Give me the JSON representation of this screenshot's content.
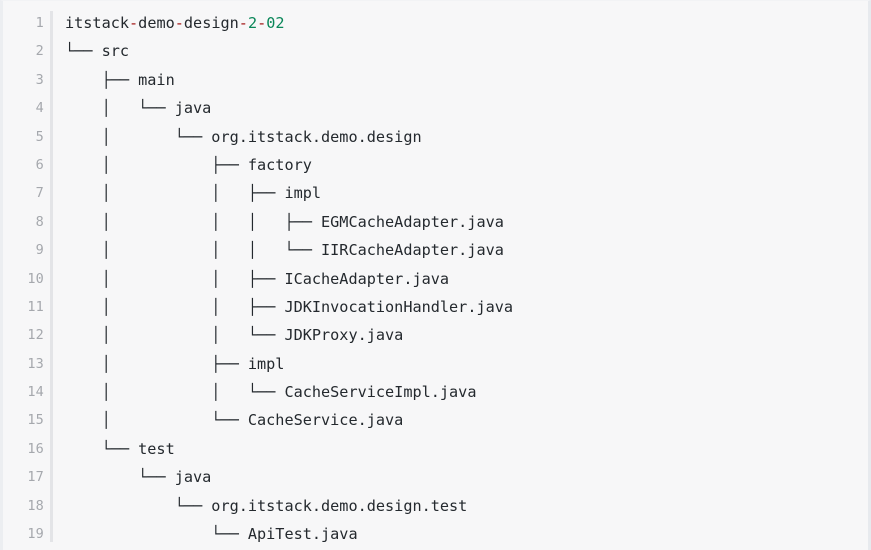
{
  "code_block": {
    "language": "text",
    "background_color": "#f7f7f8",
    "text_color": "#24292e",
    "gutter_color": "#a5a8ad",
    "accent_punct_color": "#a31515",
    "accent_number_color": "#098658",
    "line_count": 19,
    "line_numbers": [
      "1",
      "2",
      "3",
      "4",
      "5",
      "6",
      "7",
      "8",
      "9",
      "10",
      "11",
      "12",
      "13",
      "14",
      "15",
      "16",
      "17",
      "18",
      "19"
    ],
    "lines": [
      {
        "n": "1",
        "segments": [
          {
            "t": "plain",
            "v": "itstack"
          },
          {
            "t": "punct",
            "v": "-"
          },
          {
            "t": "plain",
            "v": "demo"
          },
          {
            "t": "punct",
            "v": "-"
          },
          {
            "t": "plain",
            "v": "design"
          },
          {
            "t": "punct",
            "v": "-"
          },
          {
            "t": "num",
            "v": "2"
          },
          {
            "t": "punct",
            "v": "-"
          },
          {
            "t": "num",
            "v": "02"
          }
        ]
      },
      {
        "n": "2",
        "segments": [
          {
            "t": "plain",
            "v": "└── src"
          }
        ]
      },
      {
        "n": "3",
        "segments": [
          {
            "t": "plain",
            "v": "    ├── main"
          }
        ]
      },
      {
        "n": "4",
        "segments": [
          {
            "t": "plain",
            "v": "    │   └── java"
          }
        ]
      },
      {
        "n": "5",
        "segments": [
          {
            "t": "plain",
            "v": "    │       └── org.itstack.demo.design"
          }
        ]
      },
      {
        "n": "6",
        "segments": [
          {
            "t": "plain",
            "v": "    │           ├── factory"
          }
        ]
      },
      {
        "n": "7",
        "segments": [
          {
            "t": "plain",
            "v": "    │           │   ├── impl"
          }
        ]
      },
      {
        "n": "8",
        "segments": [
          {
            "t": "plain",
            "v": "    │           │   │   ├── EGMCacheAdapter.java"
          }
        ]
      },
      {
        "n": "9",
        "segments": [
          {
            "t": "plain",
            "v": "    │           │   │   └── IIRCacheAdapter.java"
          }
        ]
      },
      {
        "n": "10",
        "segments": [
          {
            "t": "plain",
            "v": "    │           │   ├── ICacheAdapter.java"
          }
        ]
      },
      {
        "n": "11",
        "segments": [
          {
            "t": "plain",
            "v": "    │           │   ├── JDKInvocationHandler.java"
          }
        ]
      },
      {
        "n": "12",
        "segments": [
          {
            "t": "plain",
            "v": "    │           │   └── JDKProxy.java"
          }
        ]
      },
      {
        "n": "13",
        "segments": [
          {
            "t": "plain",
            "v": "    │           ├── impl"
          }
        ]
      },
      {
        "n": "14",
        "segments": [
          {
            "t": "plain",
            "v": "    │           │   └── CacheServiceImpl.java"
          }
        ]
      },
      {
        "n": "15",
        "segments": [
          {
            "t": "plain",
            "v": "    │           └── CacheService.java"
          }
        ]
      },
      {
        "n": "16",
        "segments": [
          {
            "t": "plain",
            "v": "    └── test"
          }
        ]
      },
      {
        "n": "17",
        "segments": [
          {
            "t": "plain",
            "v": "        └── java"
          }
        ]
      },
      {
        "n": "18",
        "segments": [
          {
            "t": "plain",
            "v": "            └── org.itstack.demo.design.test"
          }
        ]
      },
      {
        "n": "19",
        "segments": [
          {
            "t": "plain",
            "v": "                └── ApiTest.java"
          }
        ]
      }
    ]
  }
}
